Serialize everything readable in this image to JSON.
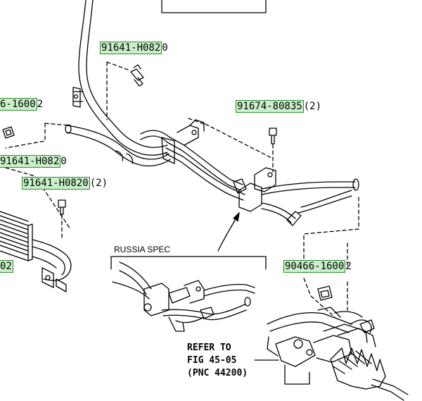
{
  "labels": {
    "p1": {
      "boxed": "91641-H082",
      "suffix": "0"
    },
    "p2": {
      "boxed": "6-1600",
      "suffix": "2"
    },
    "p3": {
      "boxed": "91674-80835",
      "suffix": "(2)"
    },
    "p4": {
      "boxed": "91641-H082",
      "suffix": "0"
    },
    "p5": {
      "boxed": "91641-H0820",
      "suffix": "(2)"
    },
    "p6": {
      "boxed": "02",
      "suffix": ""
    },
    "p7": {
      "boxed": "90466-1600",
      "suffix": "2"
    }
  },
  "russia_spec": "RUSSIA SPEC",
  "refer": {
    "line1": "REFER TO",
    "line2": "FIG 45-05",
    "line3": "(PNC 44200)"
  },
  "colors": {
    "label_fill": "#c9f0c9",
    "label_border": "#2e8b2e",
    "line": "#000000"
  }
}
